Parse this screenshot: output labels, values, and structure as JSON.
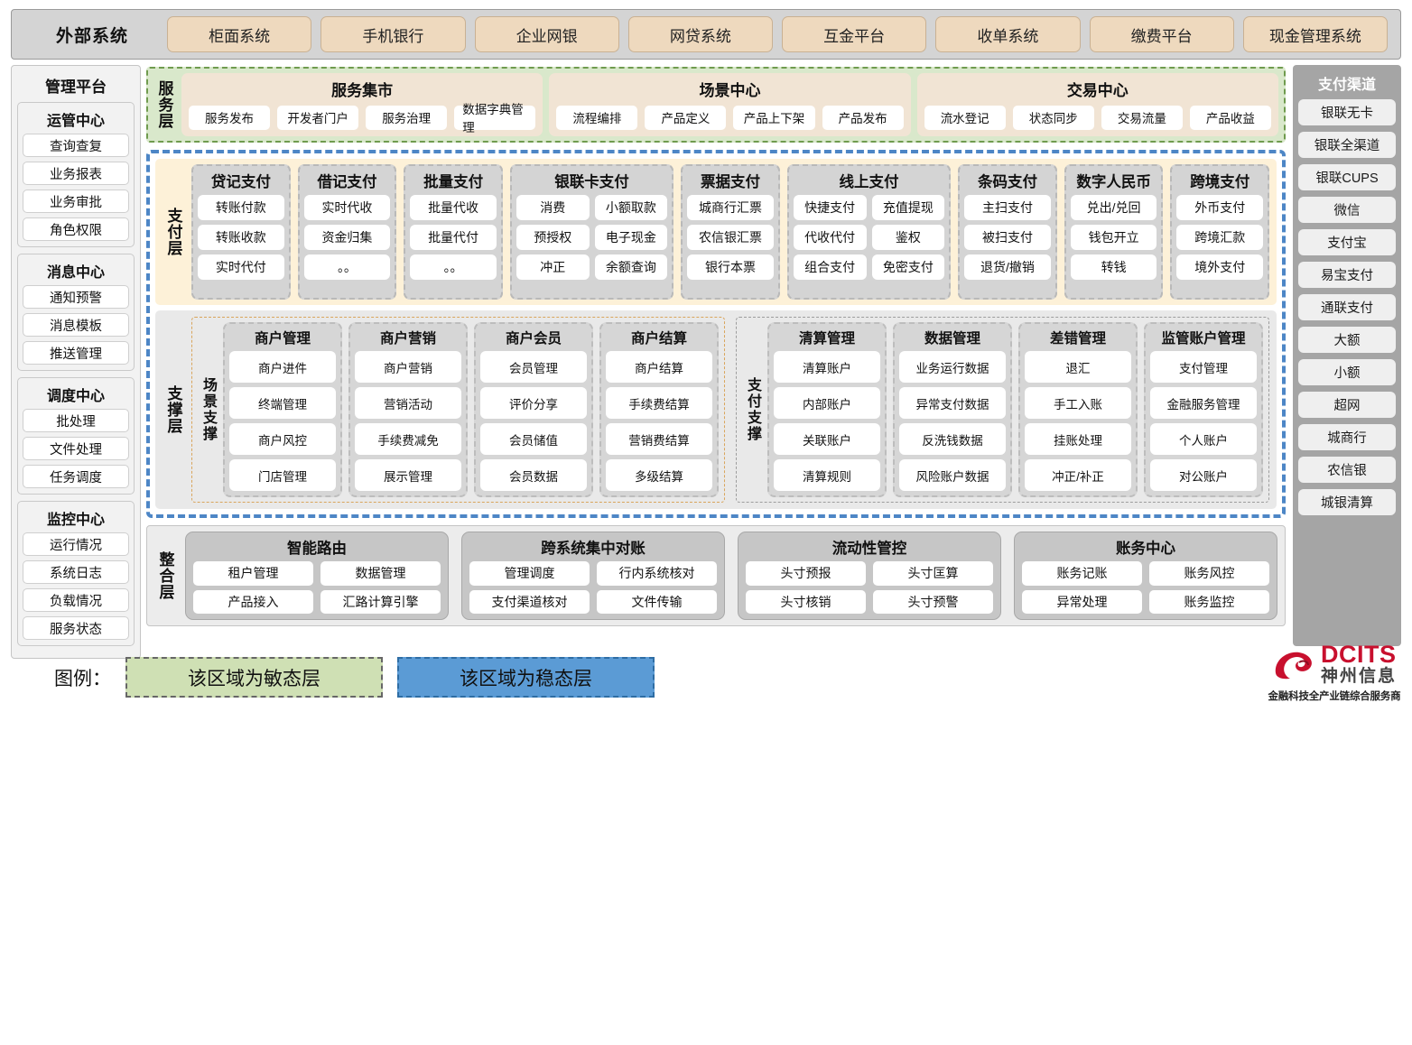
{
  "external": {
    "title": "外部系统",
    "items": [
      "柜面系统",
      "手机银行",
      "企业网银",
      "网贷系统",
      "互金平台",
      "收单系统",
      "缴费平台",
      "现金管理系统"
    ]
  },
  "management": {
    "title": "管理平台",
    "groups": [
      {
        "title": "运管中心",
        "items": [
          "查询查复",
          "业务报表",
          "业务审批",
          "角色权限"
        ]
      },
      {
        "title": "消息中心",
        "items": [
          "通知预警",
          "消息模板",
          "推送管理"
        ]
      },
      {
        "title": "调度中心",
        "items": [
          "批处理",
          "文件处理",
          "任务调度"
        ]
      },
      {
        "title": "监控中心",
        "items": [
          "运行情况",
          "系统日志",
          "负载情况",
          "服务状态"
        ]
      }
    ]
  },
  "channels": {
    "title": "支付渠道",
    "items": [
      "银联无卡",
      "银联全渠道",
      "银联CUPS",
      "微信",
      "支付宝",
      "易宝支付",
      "通联支付",
      "大额",
      "小额",
      "超网",
      "城商行",
      "农信银",
      "城银清算"
    ]
  },
  "service_layer": {
    "label": "服务层",
    "boxes": [
      {
        "title": "服务集市",
        "items": [
          "服务发布",
          "开发者门户",
          "服务治理",
          "数据字典管理"
        ]
      },
      {
        "title": "场景中心",
        "items": [
          "流程编排",
          "产品定义",
          "产品上下架",
          "产品发布"
        ]
      },
      {
        "title": "交易中心",
        "items": [
          "流水登记",
          "状态同步",
          "交易流量",
          "产品收益"
        ]
      }
    ]
  },
  "payment_layer": {
    "label": "支付层",
    "groups": [
      {
        "title": "贷记支付",
        "wide": false,
        "rows": [
          [
            "转账付款"
          ],
          [
            "转账收款"
          ],
          [
            "实时代付"
          ]
        ]
      },
      {
        "title": "借记支付",
        "wide": false,
        "rows": [
          [
            "实时代收"
          ],
          [
            "资金归集"
          ],
          [
            "。。"
          ]
        ]
      },
      {
        "title": "批量支付",
        "wide": false,
        "rows": [
          [
            "批量代收"
          ],
          [
            "批量代付"
          ],
          [
            "。。"
          ]
        ]
      },
      {
        "title": "银联卡支付",
        "wide": true,
        "rows": [
          [
            "消费",
            "小额取款"
          ],
          [
            "预授权",
            "电子现金"
          ],
          [
            "冲正",
            "余额查询"
          ]
        ]
      },
      {
        "title": "票据支付",
        "wide": false,
        "rows": [
          [
            "城商行汇票"
          ],
          [
            "农信银汇票"
          ],
          [
            "银行本票"
          ]
        ]
      },
      {
        "title": "线上支付",
        "wide": true,
        "rows": [
          [
            "快捷支付",
            "充值提现"
          ],
          [
            "代收代付",
            "鉴权"
          ],
          [
            "组合支付",
            "免密支付"
          ]
        ]
      },
      {
        "title": "条码支付",
        "wide": false,
        "rows": [
          [
            "主扫支付"
          ],
          [
            "被扫支付"
          ],
          [
            "退货/撤销"
          ]
        ]
      },
      {
        "title": "数字人民币",
        "wide": false,
        "rows": [
          [
            "兑出/兑回"
          ],
          [
            "钱包开立"
          ],
          [
            "转钱"
          ]
        ]
      },
      {
        "title": "跨境支付",
        "wide": false,
        "rows": [
          [
            "外币支付"
          ],
          [
            "跨境汇款"
          ],
          [
            "境外支付"
          ]
        ]
      }
    ]
  },
  "support_layer": {
    "label": "支撑层",
    "scene": {
      "label": "场景支撑",
      "groups": [
        {
          "title": "商户管理",
          "items": [
            "商户进件",
            "终端管理",
            "商户风控",
            "门店管理"
          ]
        },
        {
          "title": "商户营销",
          "items": [
            "商户营销",
            "营销活动",
            "手续费减免",
            "展示管理"
          ]
        },
        {
          "title": "商户会员",
          "items": [
            "会员管理",
            "评价分享",
            "会员储值",
            "会员数据"
          ]
        },
        {
          "title": "商户结算",
          "items": [
            "商户结算",
            "手续费结算",
            "营销费结算",
            "多级结算"
          ]
        }
      ]
    },
    "paysup": {
      "label": "支付支撑",
      "groups": [
        {
          "title": "清算管理",
          "items": [
            "清算账户",
            "内部账户",
            "关联账户",
            "清算规则"
          ]
        },
        {
          "title": "数据管理",
          "items": [
            "业务运行数据",
            "异常支付数据",
            "反洗钱数据",
            "风险账户数据"
          ]
        },
        {
          "title": "差错管理",
          "items": [
            "退汇",
            "手工入账",
            "挂账处理",
            "冲正/补正"
          ]
        },
        {
          "title": "监管账户管理",
          "items": [
            "支付管理",
            "金融服务管理",
            "个人账户",
            "对公账户"
          ]
        }
      ]
    }
  },
  "integration_layer": {
    "label": "整合层",
    "boxes": [
      {
        "title": "智能路由",
        "rows": [
          [
            "租户管理",
            "数据管理"
          ],
          [
            "产品接入",
            "汇路计算引擎"
          ]
        ]
      },
      {
        "title": "跨系统集中对账",
        "rows": [
          [
            "管理调度",
            "行内系统核对"
          ],
          [
            "支付渠道核对",
            "文件传输"
          ]
        ]
      },
      {
        "title": "流动性管控",
        "rows": [
          [
            "头寸预报",
            "头寸匡算"
          ],
          [
            "头寸核销",
            "头寸预警"
          ]
        ]
      },
      {
        "title": "账务中心",
        "rows": [
          [
            "账务记账",
            "账务风控"
          ],
          [
            "异常处理",
            "账务监控"
          ]
        ]
      }
    ]
  },
  "legend": {
    "label": "图例：",
    "agile": "该区域为敏态层",
    "stable": "该区域为稳态层",
    "agile_color": "#cfe0b4",
    "stable_color": "#5b9bd5"
  },
  "logo": {
    "brand": "DCITS",
    "brand_cn": "神州信息",
    "tagline": "金融科技全产业链综合服务商",
    "brand_color": "#c8102e"
  }
}
